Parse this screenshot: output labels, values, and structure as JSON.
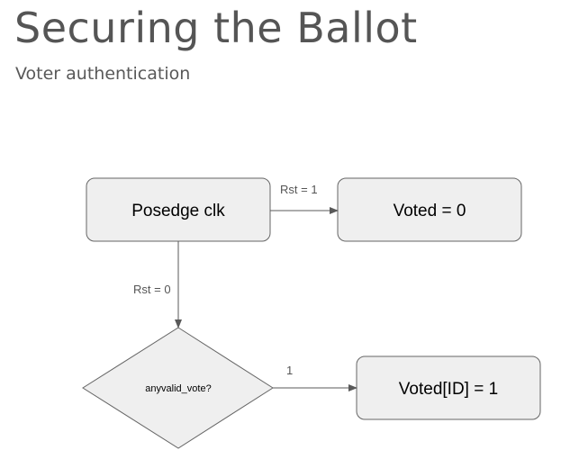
{
  "slide": {
    "title": "Securing the Ballot",
    "subtitle": "Voter authentication"
  },
  "diagram": {
    "nodes": {
      "posedge": "Posedge clk",
      "voted_zero": "Voted = 0",
      "decision": "anyvalid_vote?",
      "voted_id": "Voted[ID] = 1"
    },
    "edges": {
      "rst_one": "Rst = 1",
      "rst_zero": "Rst = 0",
      "one": "1"
    }
  },
  "colors": {
    "node_fill": "#efefef",
    "node_stroke": "#666666",
    "title_text": "#555555"
  }
}
